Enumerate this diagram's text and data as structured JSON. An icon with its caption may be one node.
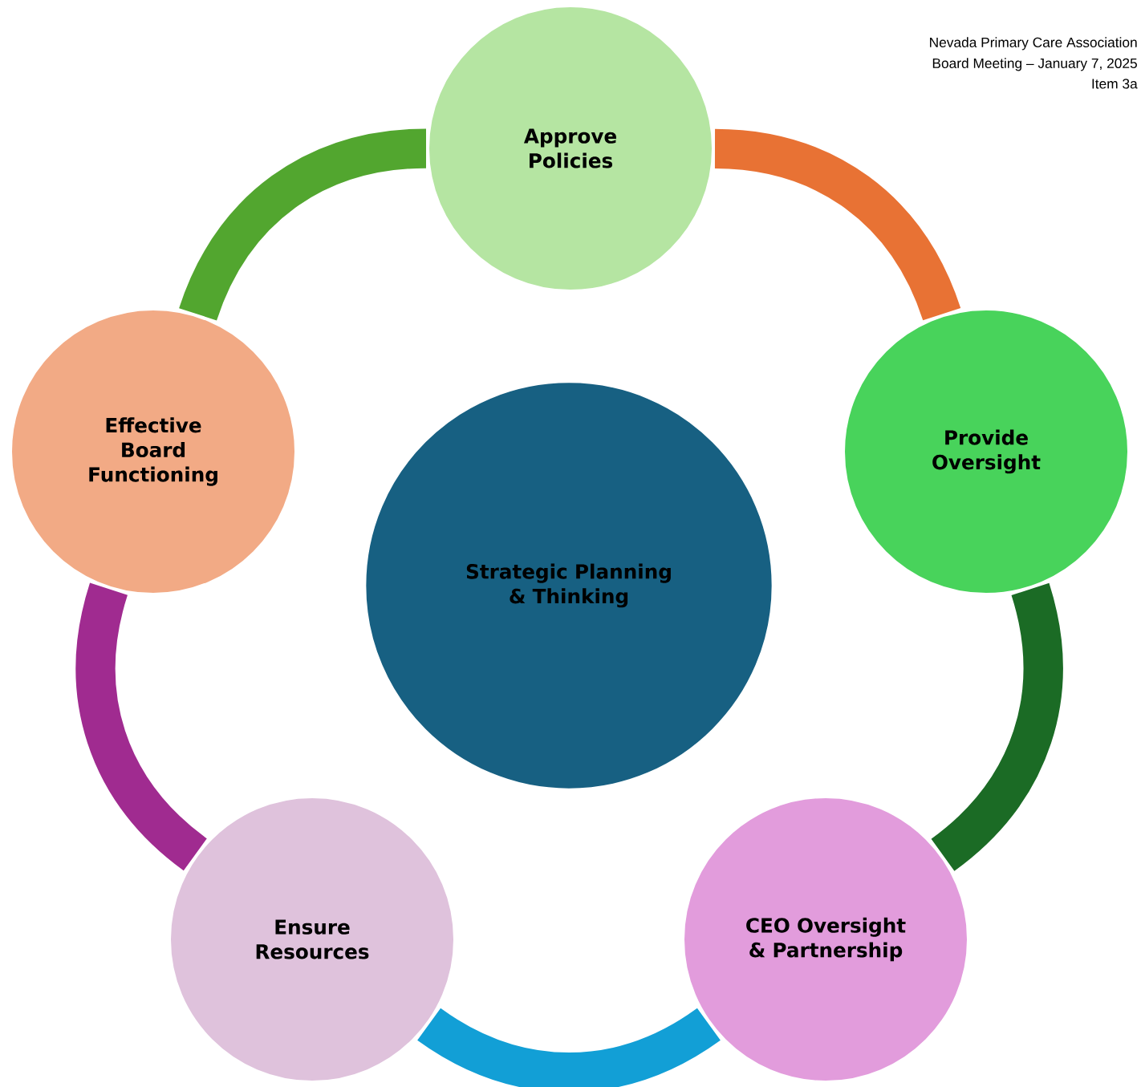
{
  "diagram": {
    "nodes": [
      {
        "text": [
          "Strategic Planning & Thinking"
        ]
      },
      {
        "text": [
          "Approve Policies"
        ]
      },
      {
        "text": [
          "Provide Oversight"
        ]
      },
      {
        "text": [
          "CEO Oversight & Partnership"
        ]
      },
      {
        "text": [
          "Ensure Resources"
        ]
      },
      {
        "text": [
          "Effective Board Functioning"
        ]
      }
    ],
    "edges": [
      {
        "from": 1,
        "to": 2,
        "arrow": "none",
        "color": "#e87234"
      },
      {
        "from": 2,
        "to": 3,
        "arrow": "none",
        "color": "#1b6b25"
      },
      {
        "from": 3,
        "to": 4,
        "arrow": "none",
        "color": "#129fd6"
      },
      {
        "from": 4,
        "to": 5,
        "arrow": "none",
        "color": "#a02b90"
      },
      {
        "from": 5,
        "to": 1,
        "arrow": "none",
        "color": "#52a62f"
      }
    ],
    "labels": [
      "Nevada Primary Care Association",
      "Board Meeting – January 7, 2025",
      "Item 3a"
    ]
  }
}
